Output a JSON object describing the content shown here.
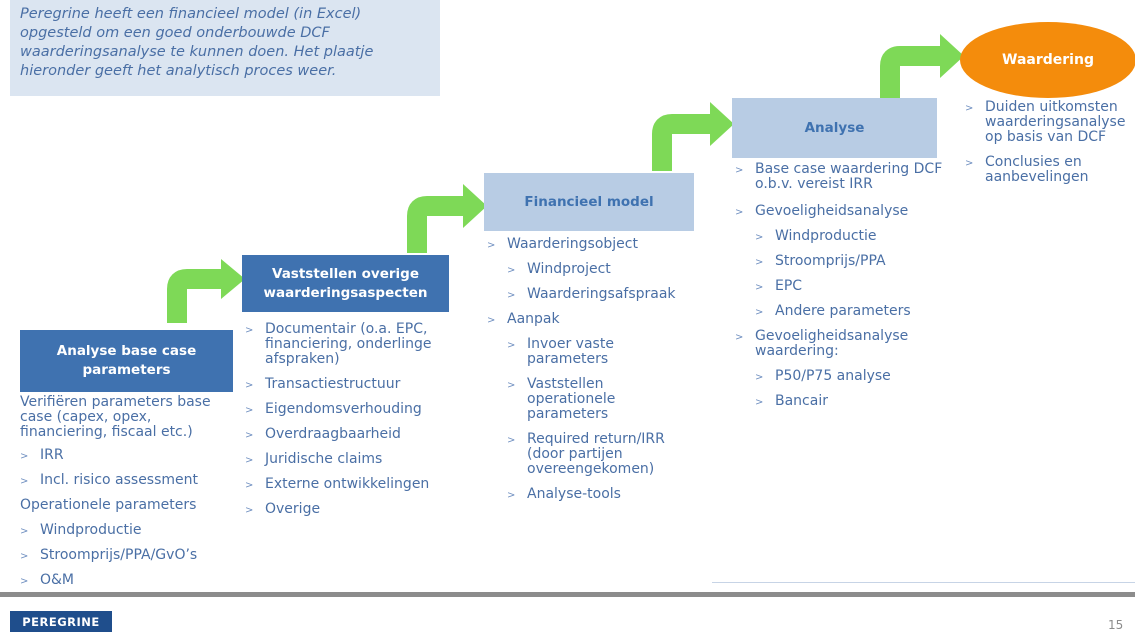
{
  "intro": "Peregrine heeft een financieel model (in Excel) opgesteld om een goed onderbouwde DCF waarderingsanalyse te kunnen doen. Het plaatje hieronder geeft het analytisch proces weer.",
  "stages": {
    "base": {
      "title": "Analyse base case parameters"
    },
    "overige": {
      "title": "Vaststellen overige waarderingsaspecten"
    },
    "model": {
      "title": "Financieel model"
    },
    "analyse": {
      "title": "Analyse"
    },
    "waardering": {
      "title": "Waardering"
    }
  },
  "col1": [
    "Verifiëren parameters base case (capex, opex, financiering, fiscaal etc.)",
    "IRR",
    "Incl. risico assessment",
    "Operationele parameters",
    "Windproductie",
    "Stroomprijs/PPA/GvO’s",
    "O&M"
  ],
  "col2": [
    "Documentair (o.a. EPC, financiering, onderlinge afspraken)",
    "Transactiestructuur",
    "Eigendomsverhouding",
    "Overdraagbaarheid",
    "Juridische claims",
    "Externe ontwikkelingen",
    "Overige"
  ],
  "col3": [
    "Waarderingsobject",
    "Windproject",
    "Waarderingsafspraak",
    "Aanpak",
    "Invoer vaste parameters",
    "Vaststellen operationele parameters",
    "Required return/IRR (door partijen overeengekomen)",
    "Analyse-tools"
  ],
  "col4": [
    "Base case waardering DCF o.b.v. vereist IRR",
    "Gevoeligheidsanalyse",
    "Windproductie",
    "Stroomprijs/PPA",
    "EPC",
    "Andere parameters",
    "Gevoeligheidsanalyse waardering:",
    "P50/P75 analyse",
    "Bancair"
  ],
  "col5": [
    "Duiden uitkomsten waarderingsanalyse op basis van DCF",
    "Conclusies en aanbevelingen"
  ],
  "footer": {
    "logo": "PEREGRINE",
    "page": "15"
  },
  "colors": {
    "dark_box": "#3f72b0",
    "light_box": "#b8cce4",
    "oval": "#f48c0c",
    "arrow": "#7ed957",
    "text": "#4a6fa5"
  }
}
